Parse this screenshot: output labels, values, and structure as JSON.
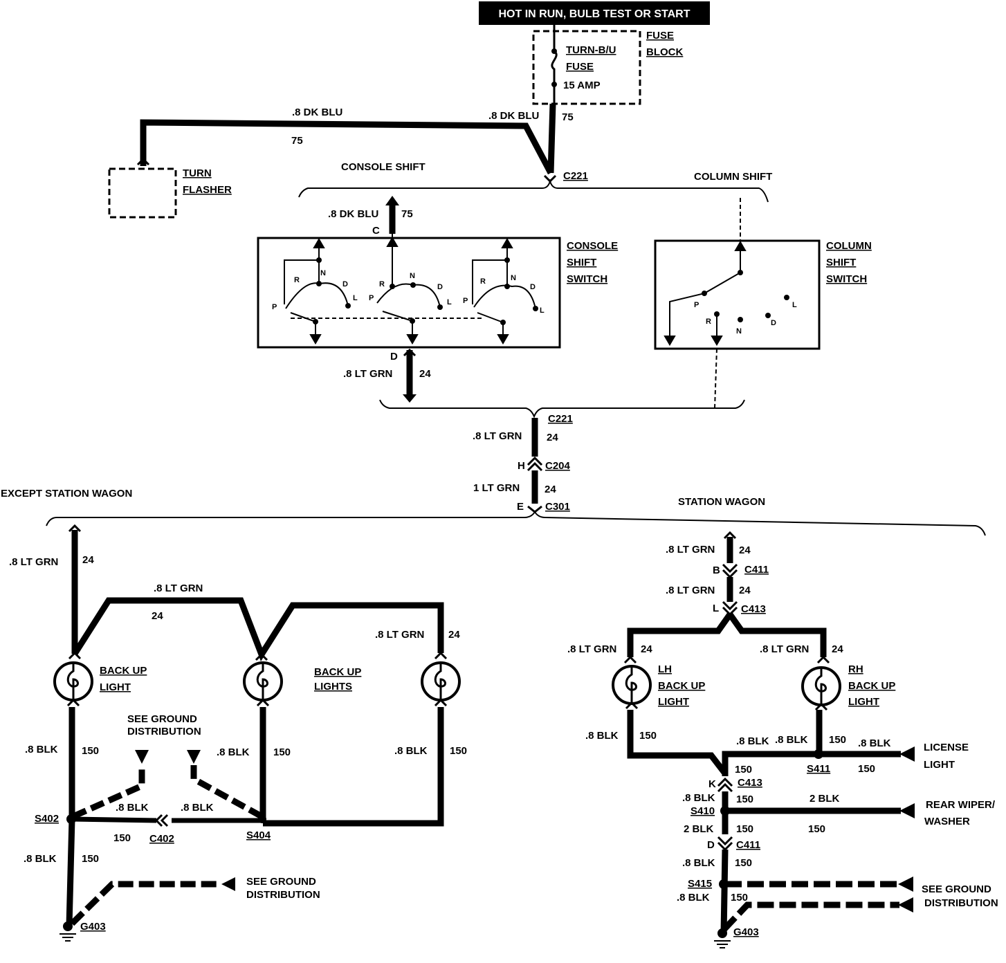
{
  "header": {
    "power": "HOT IN RUN,  BULB TEST OR START"
  },
  "fuse": {
    "block_1": "FUSE",
    "block_2": "BLOCK",
    "name_1": "TURN-B/U",
    "name_2": "FUSE",
    "amp": "15 AMP"
  },
  "flasher": {
    "line1": "TURN",
    "line2": "FLASHER"
  },
  "wires": {
    "dkblu": ".8 DK BLU",
    "c75": "75",
    "ltgrn": ".8 LT GRN",
    "ltgrn1": "1 LT GRN",
    "c24": "24",
    "blk": ".8 BLK",
    "blk2": "2 BLK",
    "c150": "150"
  },
  "sections": {
    "console": "CONSOLE SHIFT",
    "column": "COLUMN SHIFT",
    "except_wagon": "EXCEPT STATION WAGON",
    "wagon": "STATION WAGON"
  },
  "console_switch": {
    "l1": "CONSOLE",
    "l2": "SHIFT",
    "l3": "SWITCH"
  },
  "column_switch": {
    "l1": "COLUMN",
    "l2": "SHIFT",
    "l3": "SWITCH"
  },
  "positions": {
    "p": "P",
    "r": "R",
    "n": "N",
    "d": "D",
    "l": "L"
  },
  "pins": {
    "c": "C",
    "d": "D",
    "h": "H",
    "e": "E",
    "b": "B",
    "l": "L",
    "k": "K"
  },
  "connectors": {
    "c221": "C221",
    "c204": "C204",
    "c301": "C301",
    "c411": "C411",
    "c413": "C413",
    "c402": "C402",
    "s402": "S402",
    "s404": "S404",
    "s410": "S410",
    "s411": "S411",
    "s415": "S415",
    "g403": "G403"
  },
  "lights": {
    "backup_l1": "BACK UP",
    "backup_l2": "LIGHT",
    "backups_l2": "LIGHTS",
    "lh": "LH",
    "rh": "RH"
  },
  "ground": {
    "l1": "SEE GROUND",
    "l2": "DISTRIBUTION"
  },
  "loads": {
    "license_1": "LICENSE",
    "license_2": "LIGHT",
    "wiper_1": "REAR WIPER/",
    "wiper_2": "WASHER"
  }
}
